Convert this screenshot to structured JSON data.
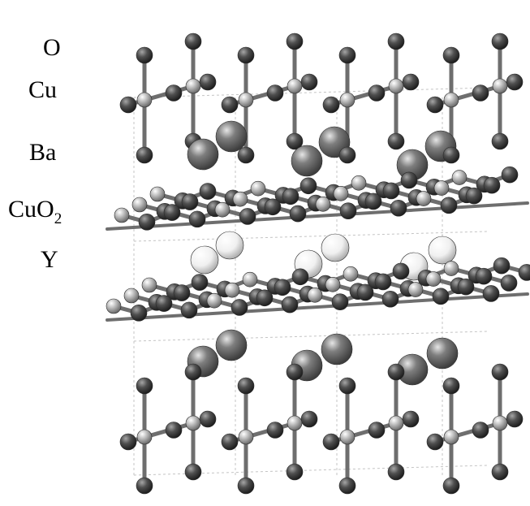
{
  "layer_labels": {
    "o": "O",
    "cu": "Cu",
    "ba": "Ba",
    "cuo2_main": "CuO",
    "cuo2_sub": "2",
    "y": "Y"
  },
  "colors": {
    "background": "#ffffff",
    "bond": "#6e6e6e",
    "cell_edge": "#c4c4c4",
    "oxygen_atom": "#4c4c4c",
    "copper_atom": "#b6b6b6",
    "barium_atom": "#7b7b7b",
    "yttrium_atom": "#f2f2f2"
  },
  "legend_order": [
    "O",
    "Cu",
    "Ba",
    "CuO2",
    "Y"
  ]
}
